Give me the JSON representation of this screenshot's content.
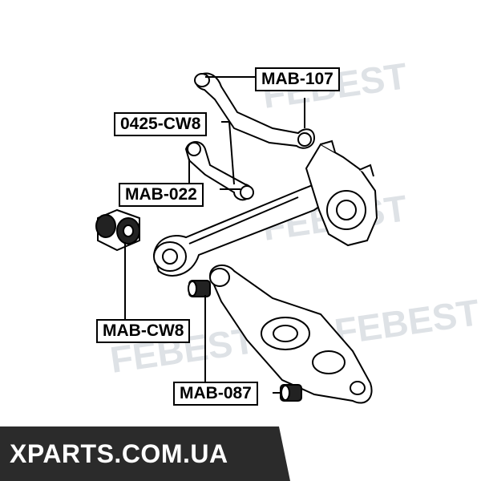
{
  "part_labels": {
    "mab_107": "MAB-107",
    "cw8_0425": "0425-CW8",
    "mab_022": "MAB-022",
    "mab_cw8": "MAB-CW8",
    "mab_087": "MAB-087"
  },
  "banner": {
    "text": "XPARTS.COM.UA",
    "color": "#2b2b2b"
  },
  "watermark": {
    "text": "FEBEST",
    "color": "#d9dde2"
  },
  "colors": {
    "line": "#000000",
    "part_fill": "#ffffff",
    "bushing_fill": "#222222"
  }
}
